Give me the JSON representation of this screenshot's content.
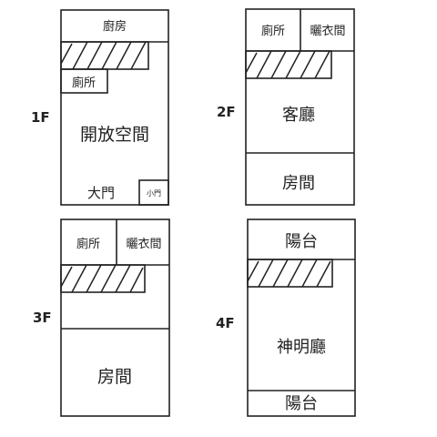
{
  "floors": [
    {
      "label": "1F",
      "rooms": {
        "kitchen": "廚房",
        "toilet": "廁所",
        "main": "開放空間",
        "main_door": "大門",
        "small_door": "小門"
      }
    },
    {
      "label": "2F",
      "rooms": {
        "toilet": "廁所",
        "closet": "曬衣間",
        "main": "客廳",
        "bedroom": "房間"
      }
    },
    {
      "label": "3F",
      "rooms": {
        "toilet": "廁所",
        "closet": "曬衣間",
        "bedroom": "房間"
      }
    },
    {
      "label": "4F",
      "rooms": {
        "balcony_top": "陽台",
        "main": "神明廳",
        "balcony_bottom": "陽台"
      }
    }
  ]
}
